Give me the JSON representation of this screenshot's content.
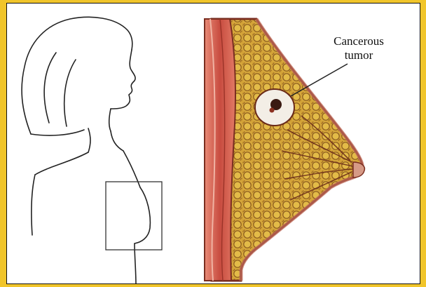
{
  "annotation": {
    "line1": "Cancerous",
    "line2": "tumor"
  },
  "colors": {
    "frame": "#f1c52a",
    "tissue_fat": "#d5a63a",
    "tissue_outline": "#7a2e20",
    "muscle": "#c95a4a",
    "tumor": "#f3eee6"
  },
  "icons": {
    "woman_profile": "woman-profile-illustration",
    "cross_section": "breast-cross-section-illustration"
  }
}
